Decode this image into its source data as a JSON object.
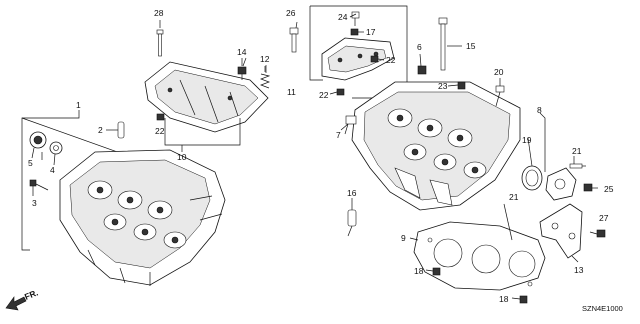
{
  "diagram": {
    "code": "SZN4E1000",
    "direction_label": "FR.",
    "callouts": [
      "28",
      "14",
      "12",
      "10",
      "22",
      "1",
      "2",
      "5",
      "4",
      "3",
      "26",
      "24",
      "17",
      "22",
      "11",
      "22",
      "6",
      "15",
      "23",
      "20",
      "7",
      "8",
      "19",
      "21",
      "25",
      "16",
      "21",
      "27",
      "9",
      "13",
      "18",
      "18"
    ]
  }
}
